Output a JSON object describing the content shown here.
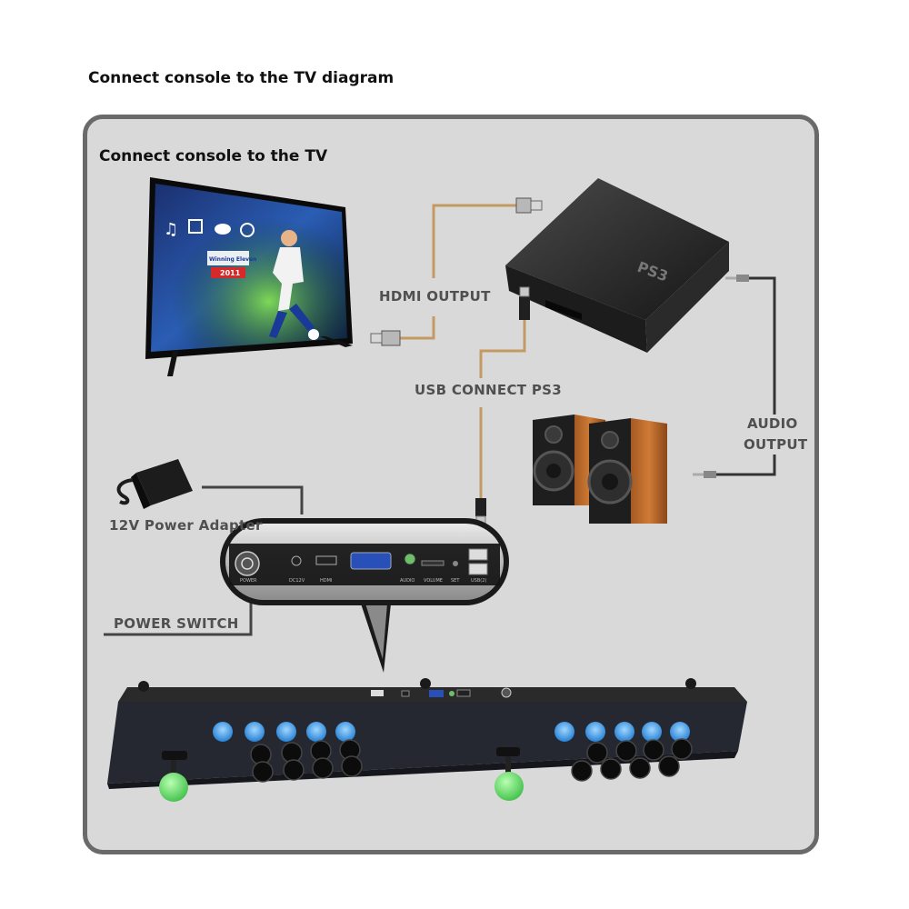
{
  "title": "Connect console to the TV diagram",
  "panel_title": "Connect console to the TV",
  "labels": {
    "hdmi": "HDMI OUTPUT",
    "usb": "USB CONNECT PS3",
    "audio_line1": "AUDIO",
    "audio_line2": "OUTPUT",
    "power_adapter": "12V Power Adapter",
    "power_switch": "POWER SWITCH"
  },
  "tv_screen": {
    "banner": "Winning Eleven",
    "year": "2011"
  },
  "ps3_logo": "PS3",
  "ports": {
    "power": "POWER",
    "dc": "DC12V",
    "hdmi": "HDMI",
    "audio": "AUDIO",
    "volume": "VOLUME",
    "set": "SET",
    "usb": "USB(2)"
  },
  "colors": {
    "panel_bg": "#d9d9d9",
    "panel_border": "#6a6a6a",
    "cable_tan": "#c49a62",
    "cable_dark": "#333333",
    "button_blue": "#3aa0e8",
    "ball_green": "#6fe070"
  }
}
